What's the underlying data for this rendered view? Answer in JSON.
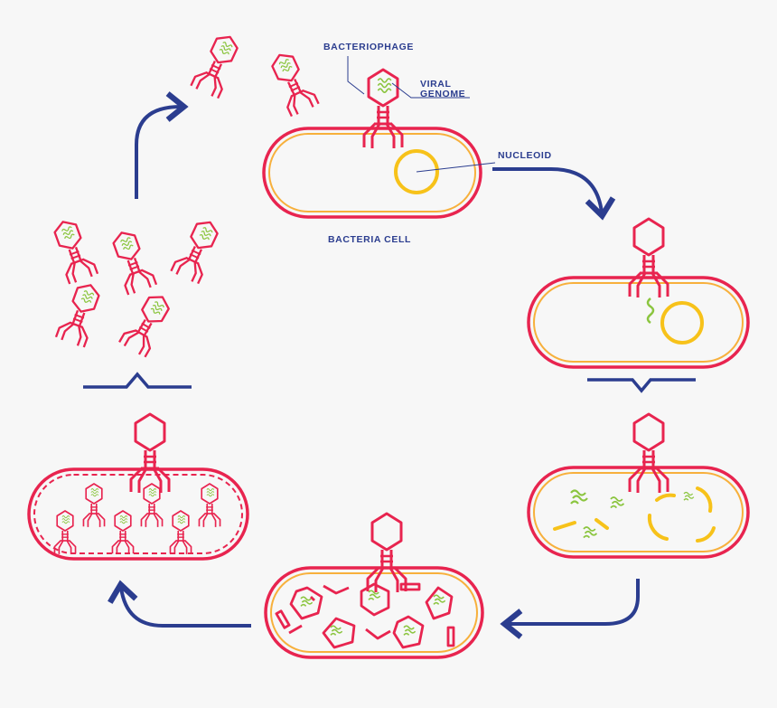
{
  "labels": {
    "bacteriophage": "BACTERIOPHAGE",
    "viral_genome_line1": "VIRAL",
    "viral_genome_line2": "GENOME",
    "nucleoid": "NUCLEOID",
    "bacteria_cell": "BACTERIA CELL"
  },
  "stages": [
    "attachment",
    "genome-injection",
    "genome-replication",
    "assembly",
    "maturation",
    "lysis-release"
  ],
  "colors": {
    "background": "#f7f7f7",
    "cell_outline": "#e8244f",
    "cell_inner": "#f7b03c",
    "phage": "#e8244f",
    "genome": "#8bc53f",
    "nucleoid": "#f7c21a",
    "arrow": "#2b3d8f",
    "label": "#2b3d8f"
  }
}
